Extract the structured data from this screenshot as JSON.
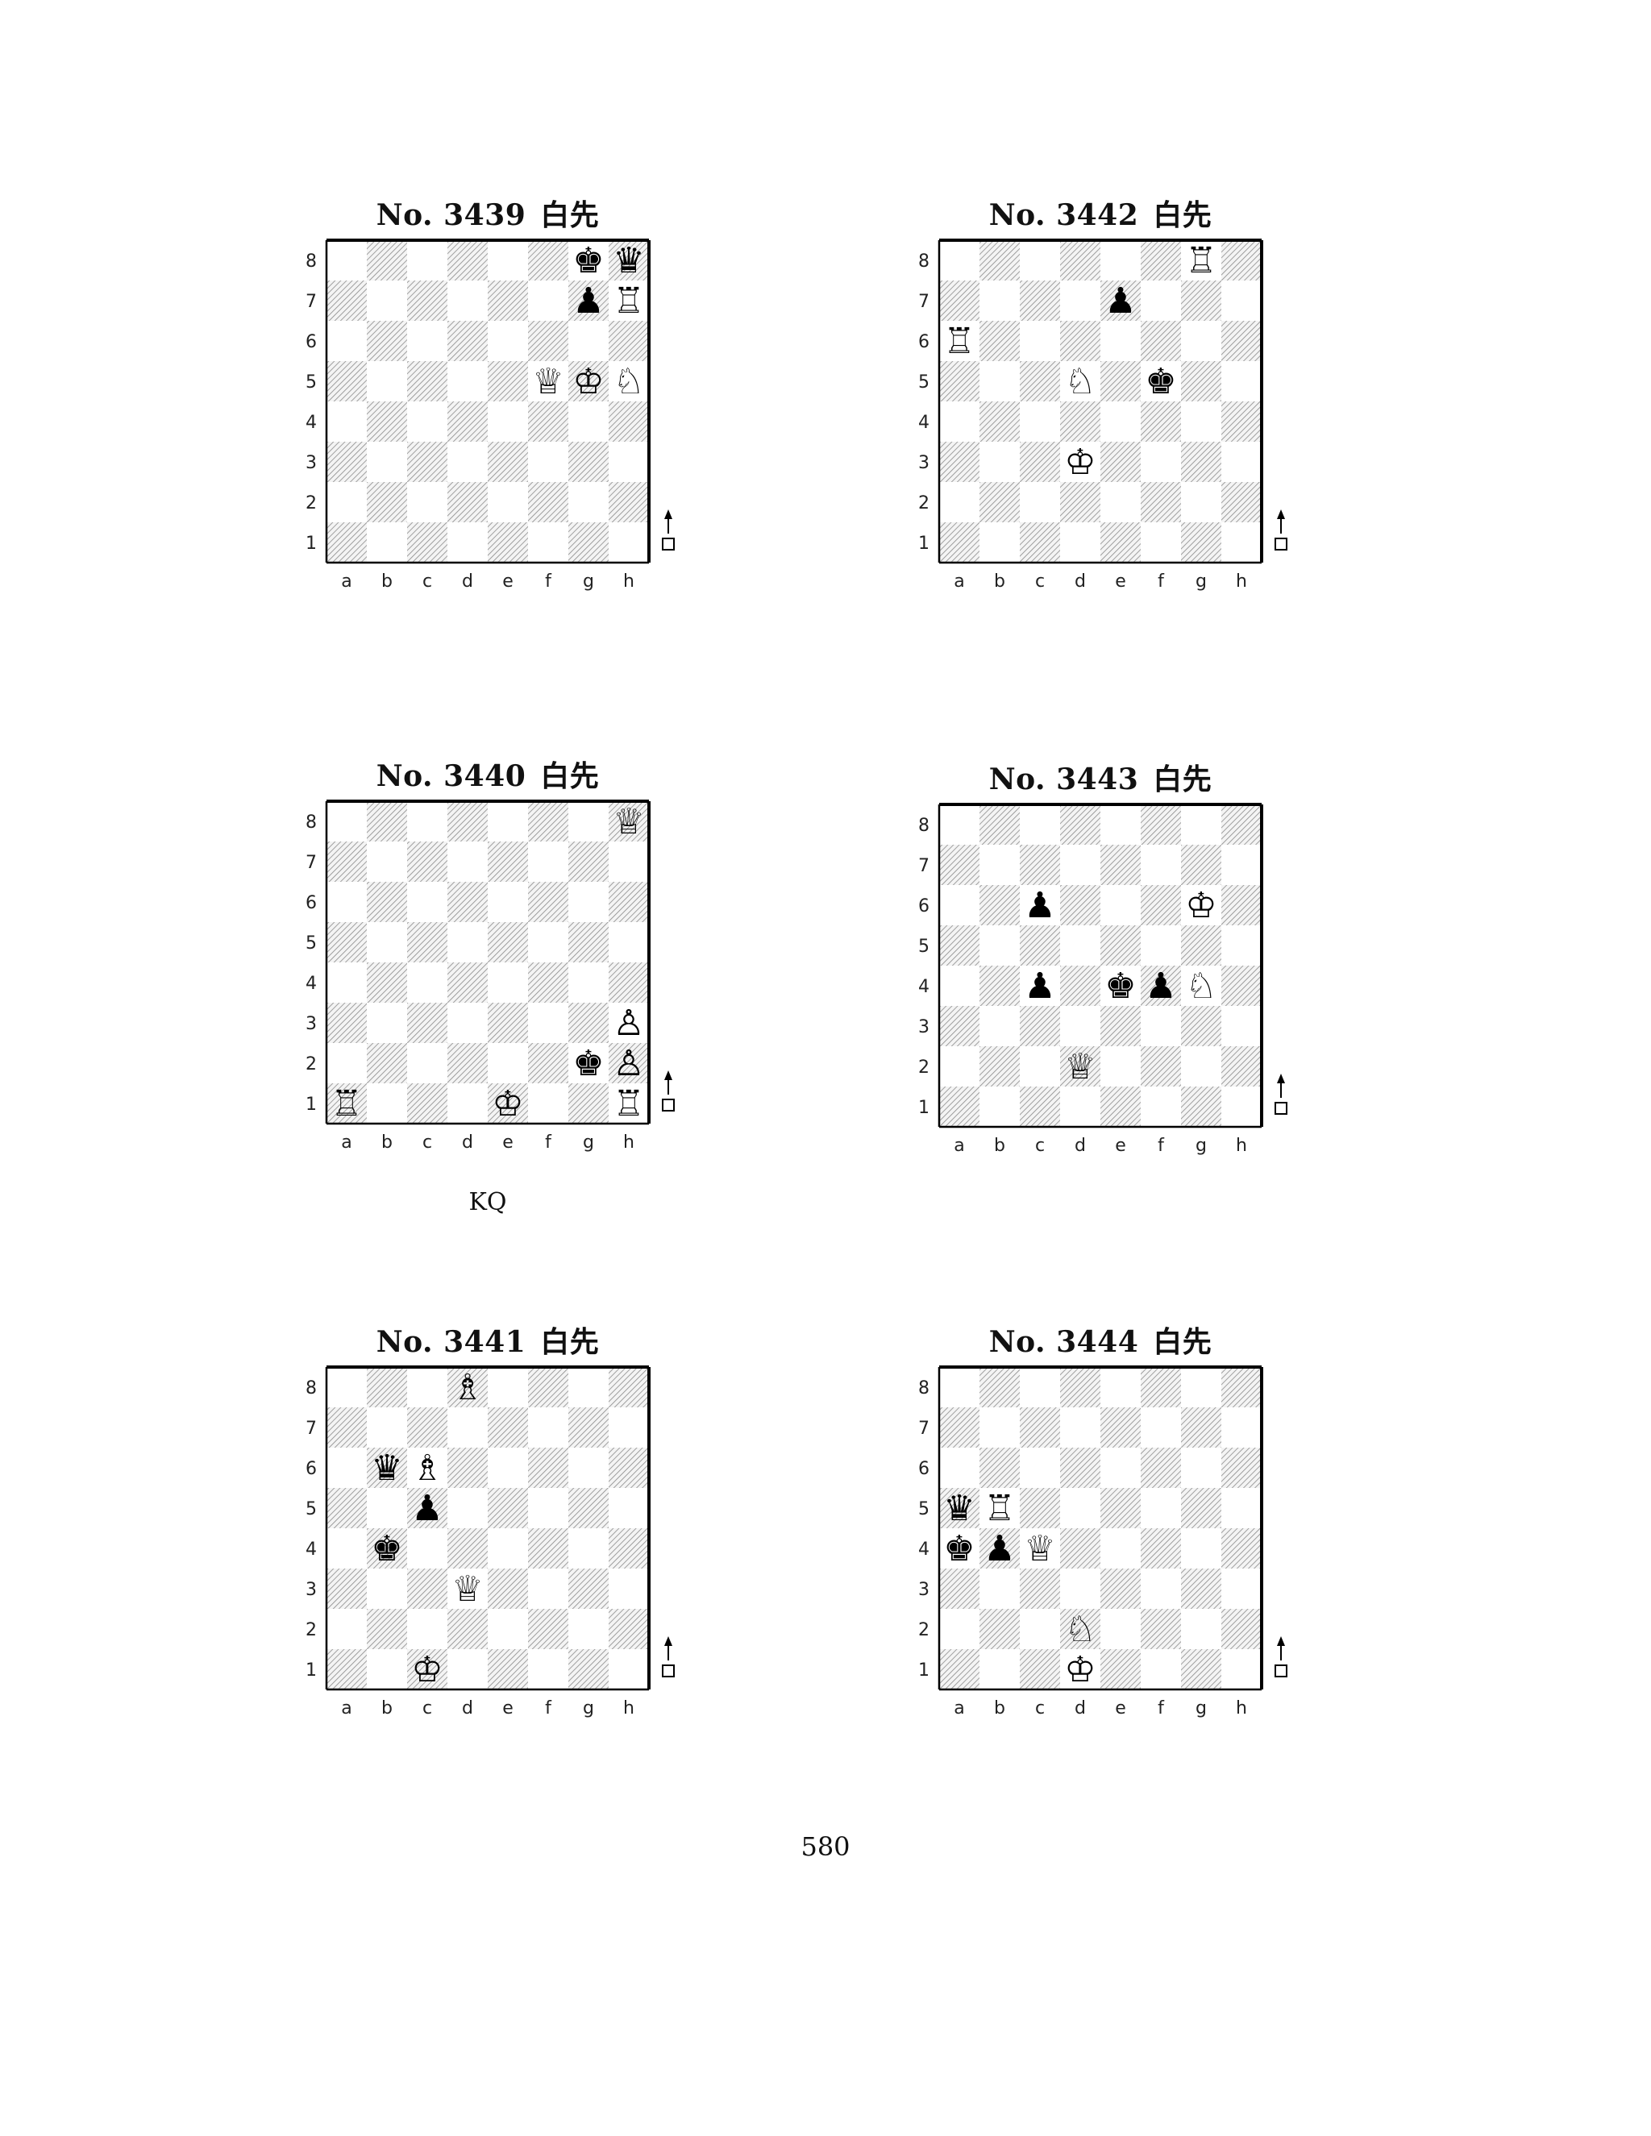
{
  "side_to_move": "白先",
  "files": [
    "a",
    "b",
    "c",
    "d",
    "e",
    "f",
    "g",
    "h"
  ],
  "ranks": [
    "1",
    "2",
    "3",
    "4",
    "5",
    "6",
    "7",
    "8"
  ],
  "problems": [
    {
      "number": "No. 3439",
      "side": "白先",
      "note": "",
      "pieces": [
        {
          "square": "g8",
          "glyph": "♚"
        },
        {
          "square": "h8",
          "glyph": "♛"
        },
        {
          "square": "g7",
          "glyph": "♟"
        },
        {
          "square": "h7",
          "glyph": "♖"
        },
        {
          "square": "f5",
          "glyph": "♕"
        },
        {
          "square": "g5",
          "glyph": "♔"
        },
        {
          "square": "h5",
          "glyph": "♘"
        }
      ]
    },
    {
      "number": "No. 3442",
      "side": "白先",
      "note": "",
      "pieces": [
        {
          "square": "g8",
          "glyph": "♖"
        },
        {
          "square": "e7",
          "glyph": "♟"
        },
        {
          "square": "a6",
          "glyph": "♖"
        },
        {
          "square": "d5",
          "glyph": "♘"
        },
        {
          "square": "f5",
          "glyph": "♚"
        },
        {
          "square": "d3",
          "glyph": "♔"
        }
      ]
    },
    {
      "number": "No. 3440",
      "side": "白先",
      "note": "KQ",
      "pieces": [
        {
          "square": "h8",
          "glyph": "♕"
        },
        {
          "square": "h3",
          "glyph": "♙"
        },
        {
          "square": "g2",
          "glyph": "♚"
        },
        {
          "square": "h2",
          "glyph": "♙"
        },
        {
          "square": "a1",
          "glyph": "♖"
        },
        {
          "square": "e1",
          "glyph": "♔"
        },
        {
          "square": "h1",
          "glyph": "♖"
        }
      ]
    },
    {
      "number": "No. 3443",
      "side": "白先",
      "note": "",
      "pieces": [
        {
          "square": "c6",
          "glyph": "♟"
        },
        {
          "square": "g6",
          "glyph": "♔"
        },
        {
          "square": "c4",
          "glyph": "♟"
        },
        {
          "square": "e4",
          "glyph": "♚"
        },
        {
          "square": "f4",
          "glyph": "♟"
        },
        {
          "square": "g4",
          "glyph": "♘"
        },
        {
          "square": "d2",
          "glyph": "♕"
        }
      ]
    },
    {
      "number": "No. 3441",
      "side": "白先",
      "note": "",
      "pieces": [
        {
          "square": "d8",
          "glyph": "♗"
        },
        {
          "square": "b6",
          "glyph": "♛"
        },
        {
          "square": "c6",
          "glyph": "♗"
        },
        {
          "square": "c5",
          "glyph": "♟"
        },
        {
          "square": "b4",
          "glyph": "♚"
        },
        {
          "square": "d3",
          "glyph": "♕"
        },
        {
          "square": "c1",
          "glyph": "♔"
        }
      ]
    },
    {
      "number": "No. 3444",
      "side": "白先",
      "note": "",
      "pieces": [
        {
          "square": "a5",
          "glyph": "♛"
        },
        {
          "square": "b5",
          "glyph": "♖"
        },
        {
          "square": "a4",
          "glyph": "♚"
        },
        {
          "square": "b4",
          "glyph": "♟"
        },
        {
          "square": "c4",
          "glyph": "♕"
        },
        {
          "square": "d2",
          "glyph": "♘"
        },
        {
          "square": "d1",
          "glyph": "♔"
        }
      ]
    }
  ],
  "page_number": "580"
}
